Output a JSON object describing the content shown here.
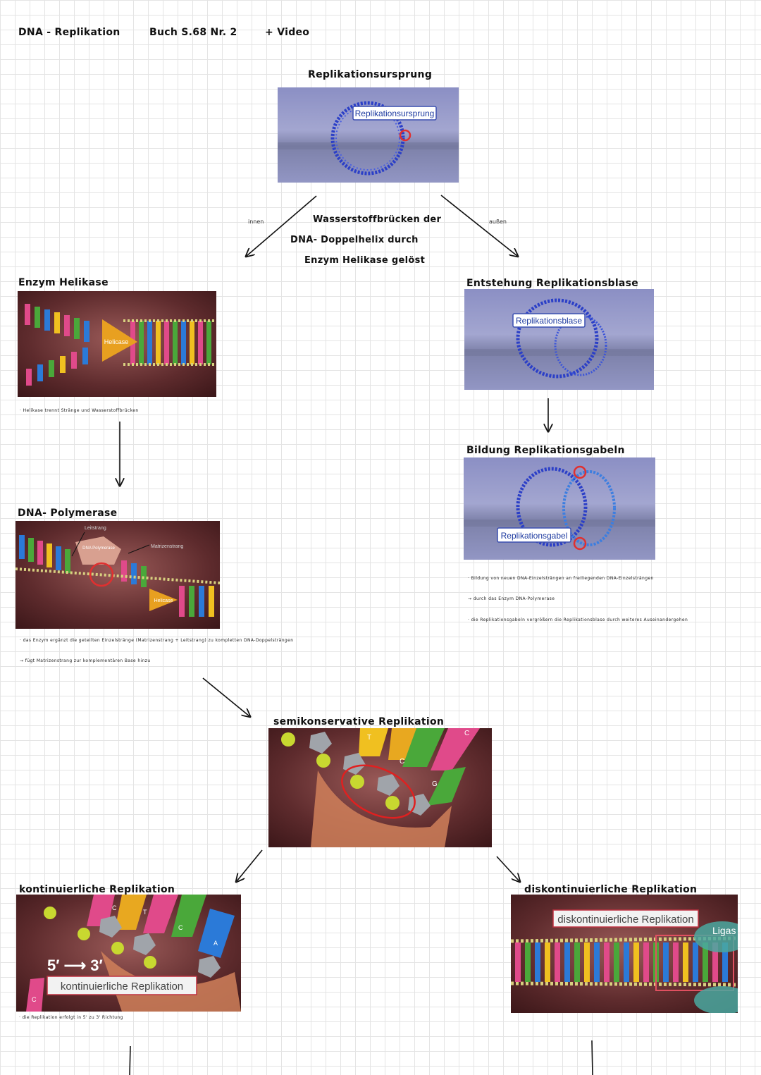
{
  "header": {
    "title": "DNA - Replikation",
    "book_ref": "Buch S.68 Nr. 2",
    "video": "+ Video"
  },
  "origin": {
    "heading": "Replikationsursprung",
    "image_label": "Replikationsursprung"
  },
  "branches": {
    "left_label": "innen",
    "right_label": "außen",
    "center_text": [
      "Wasserstoffbrücken der",
      "DNA- Doppelhelix durch",
      "Enzym Helikase gelöst"
    ]
  },
  "helicase": {
    "heading": "Enzym Helikase",
    "image_label": "Helicase",
    "note": "· Helikase trennt Stränge und Wasserstoffbrücken"
  },
  "bubble": {
    "heading": "Entstehung Replikationsblase",
    "image_label": "Replikationsblase"
  },
  "fork": {
    "heading": "Bildung Replikationsgabeln",
    "image_label": "Replikationsgabel",
    "notes": [
      "· Bildung von neuen DNA-Einzelsträngen an freiliegenden DNA-Einzelsträngen",
      "→ durch das Enzym DNA-Polymerase",
      "· die Replikationsgabeln vergrößern die Replikationsblase durch weiteres Auseinandergehen"
    ]
  },
  "polymerase": {
    "heading": "DNA- Polymerase",
    "image_labels": [
      "Leitstrang",
      "DNA Polymerase",
      "Matrizenstrang",
      "Helicase"
    ],
    "notes": [
      "· das Enzym ergänzt die geteilten Einzelstränge (Matrizenstrang + Leitstrang) zu kompletten DNA-Doppelsträngen",
      "→ fügt Matrizenstrang zur komplementären Base hinzu"
    ]
  },
  "semi": {
    "heading": "semikonservative Replikation",
    "bases": [
      "T",
      "C",
      "G",
      "C"
    ]
  },
  "continuous": {
    "heading": "kontinuierliche Replikation",
    "direction": "5′ ⟶ 3′",
    "image_label": "kontinuierliche Replikation",
    "bases": [
      "C",
      "T",
      "C",
      "A",
      "C"
    ],
    "note": "· die Replikation erfolgt in 5' zu 3' Richtung"
  },
  "discontinuous": {
    "heading": "diskontinuierliche Replikation",
    "image_label": "diskontinuierliche Replikation",
    "enzyme": "Ligas"
  }
}
